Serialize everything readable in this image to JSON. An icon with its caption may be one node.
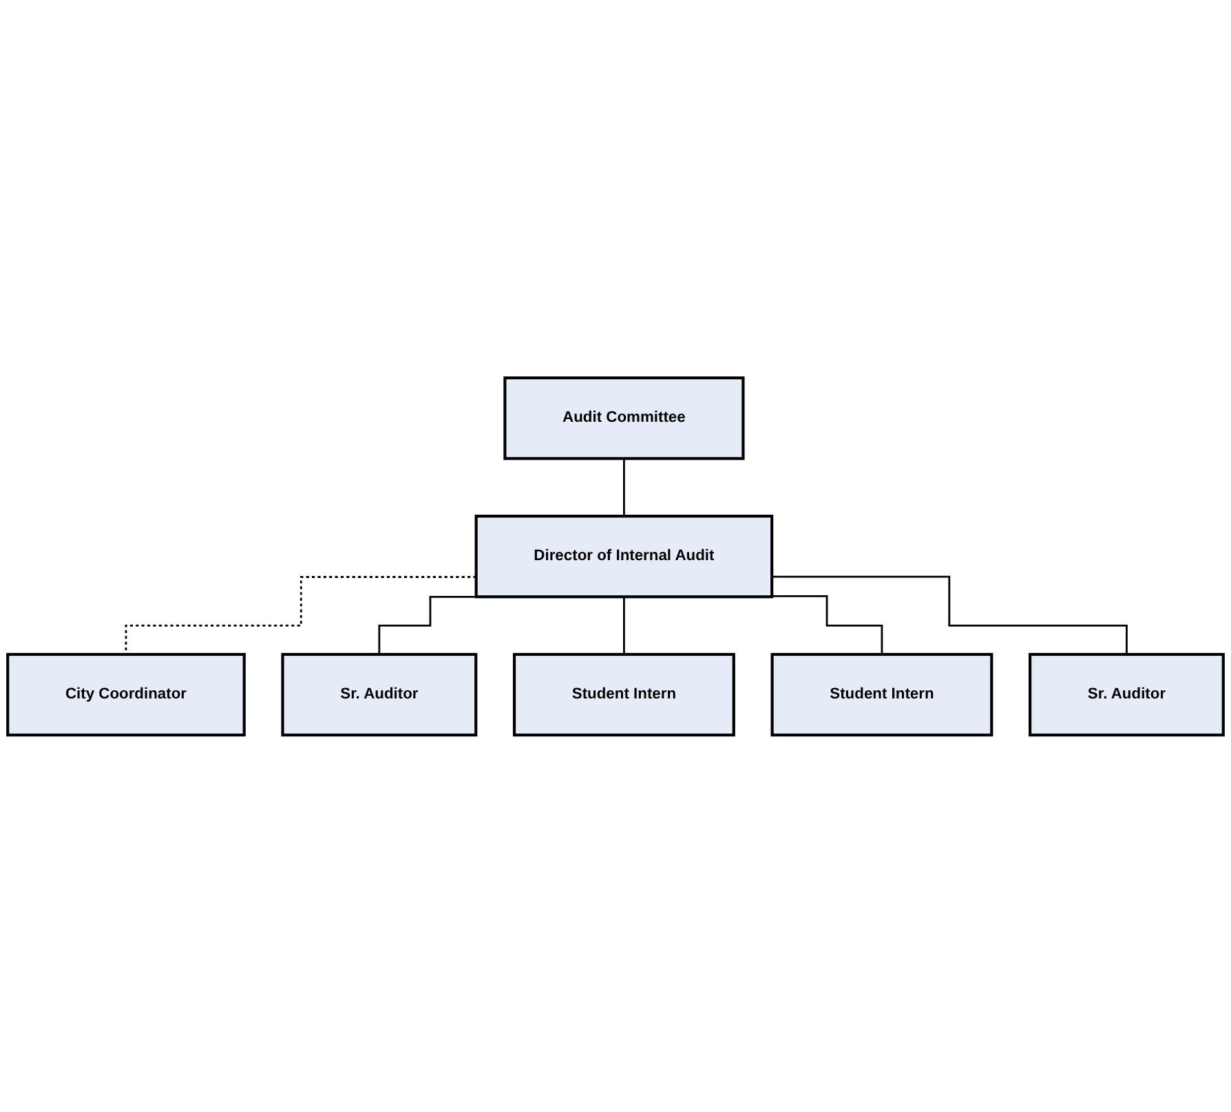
{
  "diagram": {
    "nodes": [
      {
        "text": [
          "Audit Committee"
        ]
      },
      {
        "text": [
          "City Coordinator"
        ]
      },
      {
        "text": [
          "Director of Internal Audit"
        ]
      },
      {
        "text": [
          "Sr. Auditor"
        ]
      },
      {
        "text": [
          "Sr. Auditor"
        ]
      },
      {
        "text": [
          "Student Intern"
        ]
      },
      {
        "text": [
          "Student Intern"
        ]
      }
    ],
    "edges": [
      {
        "from": 0,
        "to": 2,
        "arrow": "none"
      },
      {
        "from": 2,
        "to": 1,
        "arrow": "none",
        "style": "dashed"
      },
      {
        "from": 2,
        "to": 3,
        "arrow": "none"
      },
      {
        "from": 2,
        "to": 5,
        "arrow": "none"
      },
      {
        "from": 2,
        "to": 6,
        "arrow": "none"
      },
      {
        "from": 2,
        "to": 4,
        "arrow": "none"
      }
    ]
  }
}
